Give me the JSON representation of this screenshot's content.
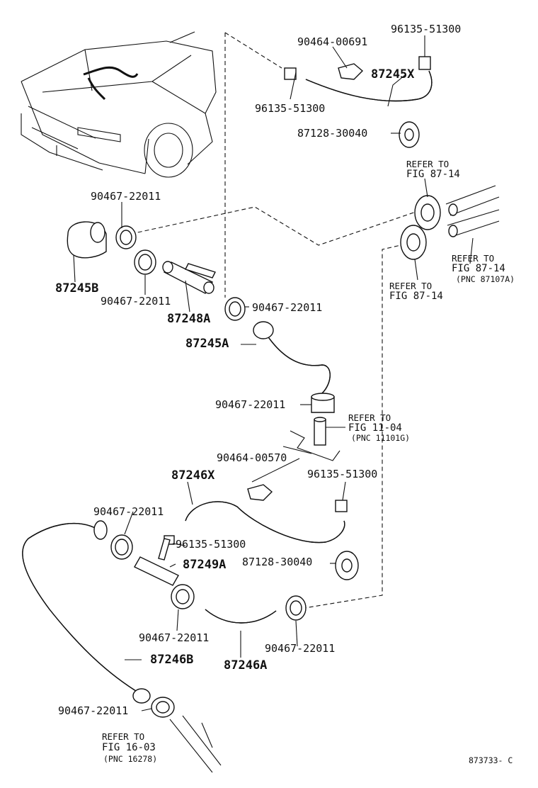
{
  "labels": {
    "l_96135_top": "96135-51300",
    "l_90464_00691": "90464-00691",
    "l_87245X": "87245X",
    "l_96135_left": "96135-51300",
    "l_87128_top": "87128-30040",
    "l_ref_top_a": "REFER TO",
    "l_ref_top_b": "FIG 87-14",
    "l_ref_mid_a": "REFER TO",
    "l_ref_mid_b": "FIG 87-14",
    "l_ref_mid_c": "(PNC 87107A)",
    "l_ref_low_a": "REFER TO",
    "l_ref_low_b": "FIG 87-14",
    "l_90467_a": "90467-22011",
    "l_87245B": "87245B",
    "l_90467_b": "90467-22011",
    "l_87248A": "87248A",
    "l_90467_c": "90467-22011",
    "l_87245A": "87245A",
    "l_90467_d": "90467-22011",
    "l_ref_eng_a": "REFER TO",
    "l_ref_eng_b": "FIG 11-04",
    "l_ref_eng_c": "(PNC 11101G)",
    "l_90464_00570": "90464-00570",
    "l_96135_mid": "96135-51300",
    "l_87246X": "87246X",
    "l_90467_e": "90467-22011",
    "l_96135_low": "96135-51300",
    "l_87249A": "87249A",
    "l_87128_low": "87128-30040",
    "l_90467_f": "90467-22011",
    "l_90467_g": "90467-22011",
    "l_87246B": "87246B",
    "l_87246A": "87246A",
    "l_90467_h": "90467-22011",
    "l_ref_bot_a": "REFER TO",
    "l_ref_bot_b": "FIG 16-03",
    "l_ref_bot_c": "(PNC 16278)",
    "l_code": "873733- C"
  }
}
